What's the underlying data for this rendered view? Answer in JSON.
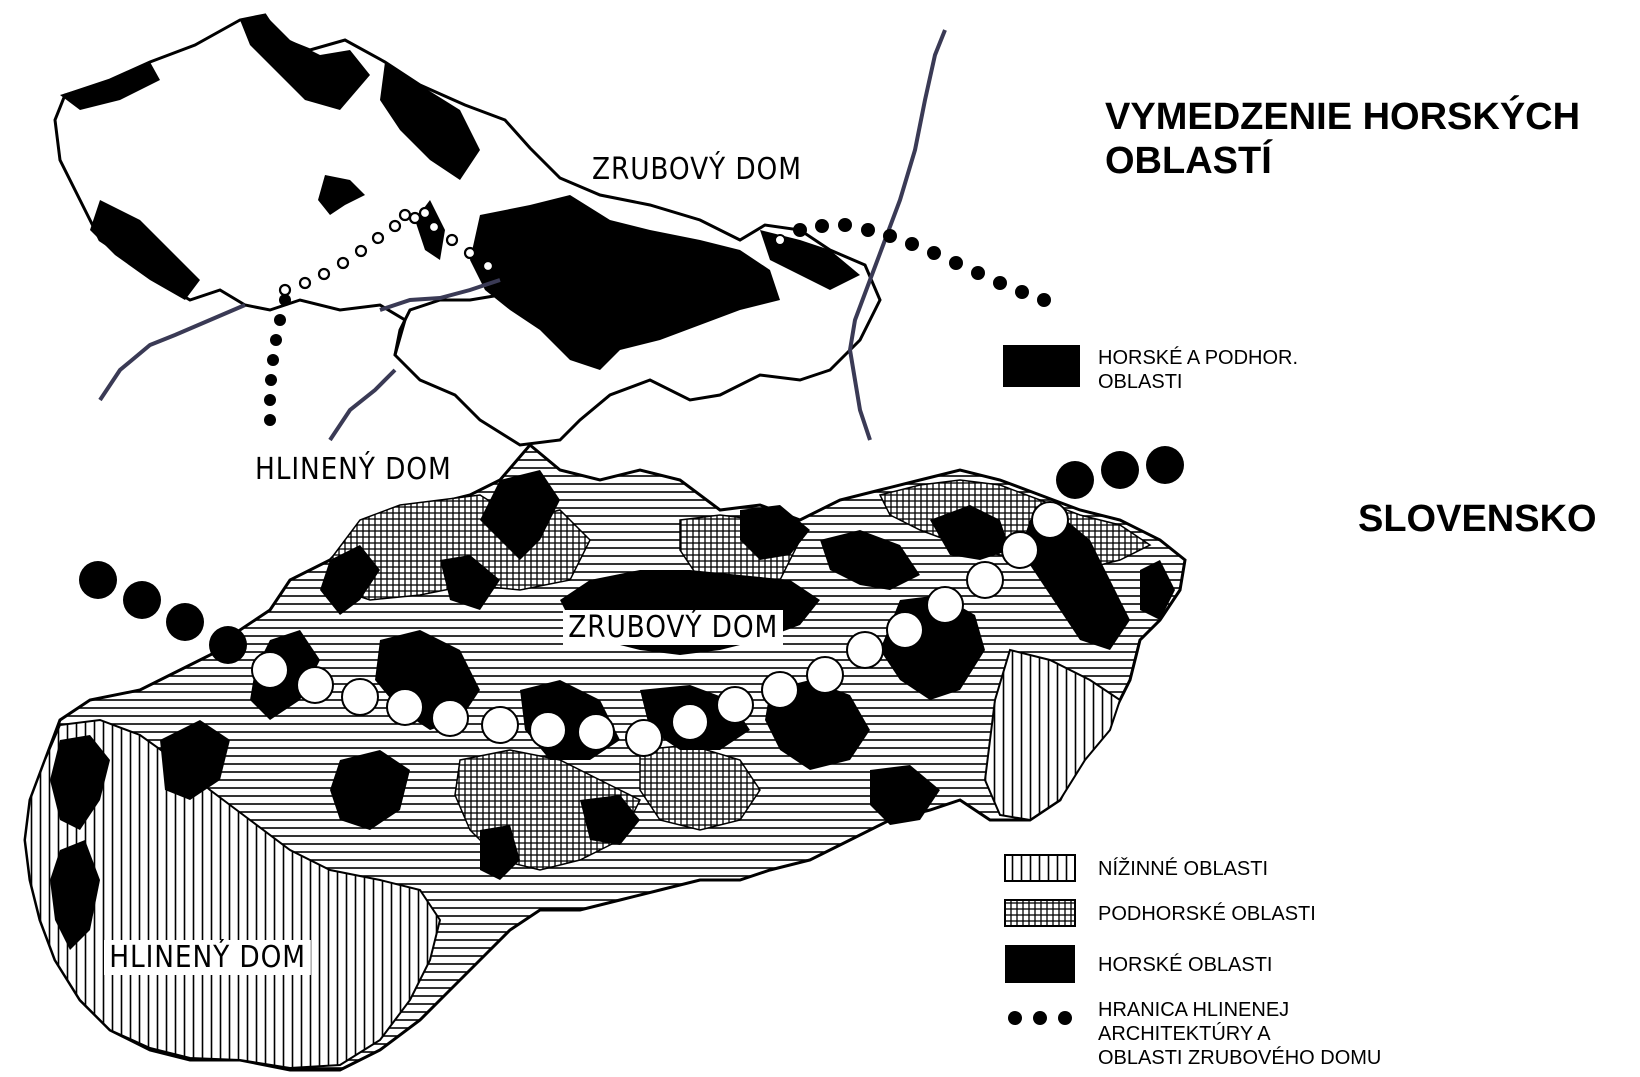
{
  "titles": {
    "czech_title": "VYMEDZENIE HORSKÝCH\nOBLASTÍ",
    "slovak_title": "SLOVENSKO"
  },
  "map_labels": {
    "cz_north": "ZRUBOVÝ DOM",
    "cz_south": "HLINENÝ DOM",
    "sk_center": "ZRUBOVÝ DOM",
    "sk_southwest": "HLINENÝ DOM"
  },
  "legend_top": {
    "mountain_label": "HORSKÉ A PODHOR.\nOBLASTI"
  },
  "legend_bottom": {
    "lowland": "NÍŽINNÉ OBLASTI",
    "submountain": "PODHORSKÉ OBLASTI",
    "mountain": "HORSKÉ OBLASTI",
    "boundary": "HRANICA HLINENEJ\nARCHITEKTÚRY A\nOBLASTI ZRUBOVÉHO DOMU"
  },
  "colors": {
    "ink": "#000000",
    "paper": "#ffffff",
    "river": "#3a3a55"
  }
}
